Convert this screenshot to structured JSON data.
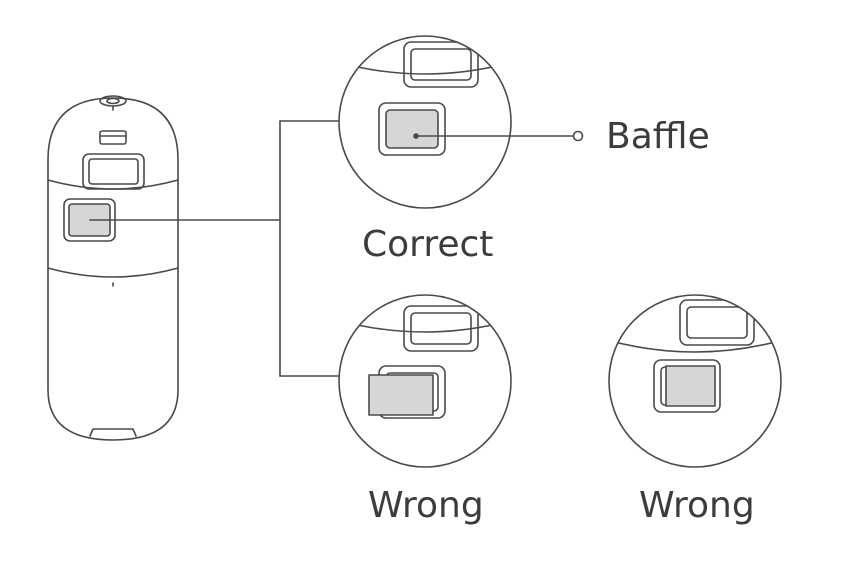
{
  "labels": {
    "baffle": "Baffle",
    "correct": "Correct",
    "wrong_1": "Wrong",
    "wrong_2": "Wrong"
  },
  "colors": {
    "line": "#4a4a4a",
    "baffle_fill": "#d6d6d6",
    "text": "#3c3c3c"
  }
}
